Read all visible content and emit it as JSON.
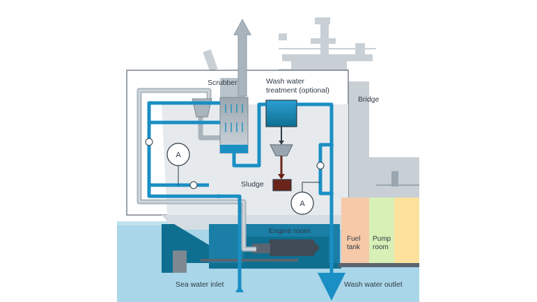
{
  "labels": {
    "scrubber": "Scrubber",
    "wash_water_line1": "Wash water",
    "wash_water_line2": "treatment (optional)",
    "bridge": "Bridge",
    "sludge": "Sludge",
    "engine_room": "Engine room",
    "fuel_tank_line1": "Fuel",
    "fuel_tank_line2": "tank",
    "pump_room_line1": "Pump",
    "pump_room_line2": "room",
    "sea_water_inlet": "Sea water inlet",
    "wash_water_outlet": "Wash water outlet",
    "gauge_left": "A",
    "gauge_right": "A"
  },
  "colors": {
    "water_pipe": "#1a8fc4",
    "gas_pipe": "#b9c3cb",
    "hull_dark": "#0f6f90",
    "sea": "#a9d6e8",
    "ship_grey": "#c8d0d6",
    "fuel_tank": "#f6c9a8",
    "pump_room": "#d8efb5",
    "extra_tank": "#fbe19b",
    "sludge": "#6b2419"
  }
}
